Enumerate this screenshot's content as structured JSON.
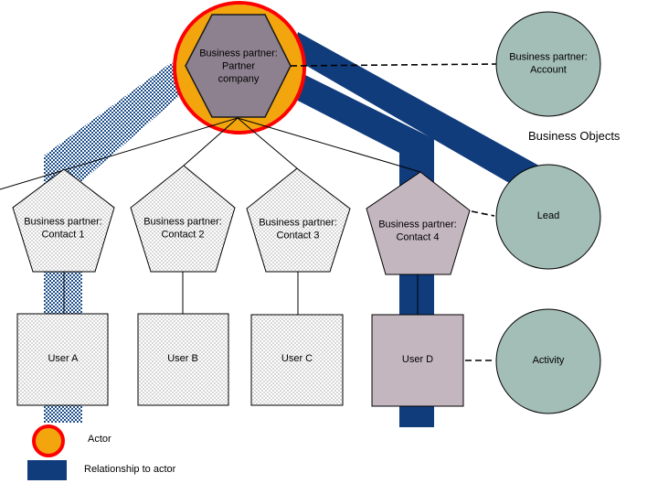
{
  "colors": {
    "orange": "#F2A50C",
    "red": "#FF0000",
    "navy": "#103C7C",
    "hatch_blue": "#1D4E8C",
    "tex_gray": "#D6D6D6",
    "teal": "#A3BDB7",
    "mauve": "#C3B6BF",
    "hex_purple": "#8D8190"
  },
  "partner_company": {
    "line1": "Business partner:",
    "line2": "Partner",
    "line3": "company"
  },
  "business_objects_label": "Business Objects",
  "objects": {
    "account": {
      "line1": "Business partner:",
      "line2": "Account"
    },
    "lead": {
      "label": "Lead"
    },
    "activity": {
      "label": "Activity"
    }
  },
  "contacts": [
    {
      "line1": "Business partner:",
      "line2": "Contact 1"
    },
    {
      "line1": "Business partner:",
      "line2": "Contact 2"
    },
    {
      "line1": "Business partner:",
      "line2": "Contact 3"
    },
    {
      "line1": "Business partner:",
      "line2": "Contact 4"
    }
  ],
  "users": [
    {
      "label": "User A"
    },
    {
      "label": "User B"
    },
    {
      "label": "User C"
    },
    {
      "label": "User D"
    }
  ],
  "legend": {
    "actor": "Actor",
    "relationship": "Relationship to actor"
  }
}
